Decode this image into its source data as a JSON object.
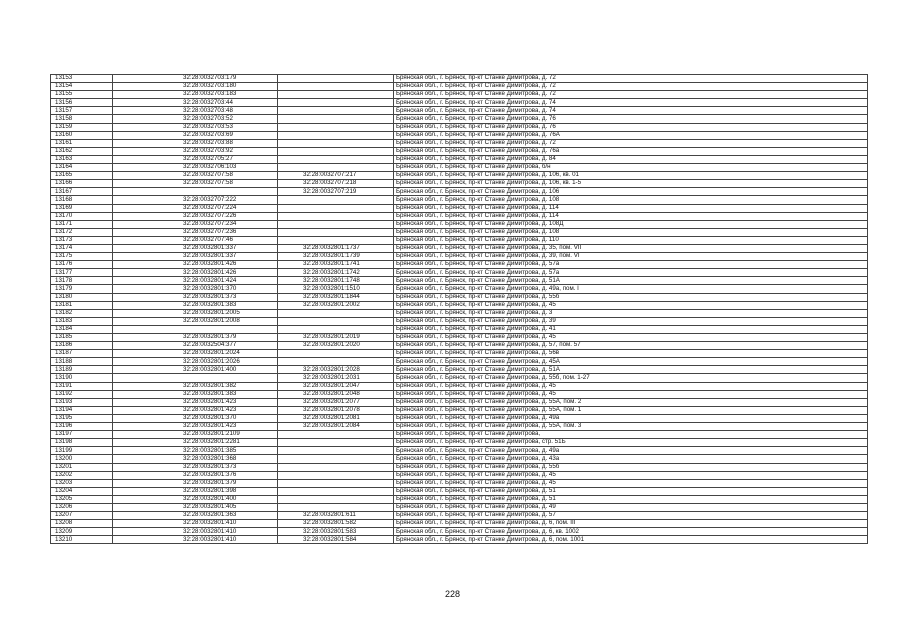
{
  "page_number": "228",
  "rows": [
    [
      "13153",
      "32:28:0032703:179",
      "",
      "Брянская обл., г. Брянск, пр-кт Станке Димитрова, д. 72"
    ],
    [
      "13154",
      "32:28:0032703:180",
      "",
      "Брянская обл., г. Брянск, пр-кт Станке Димитрова, д. 72"
    ],
    [
      "13155",
      "32:28:0032703:183",
      "",
      "Брянская обл., г. Брянск, пр-кт Станке Димитрова, д. 72"
    ],
    [
      "13156",
      "32:28:0032703:44",
      "",
      "Брянская обл., г. Брянск, пр-кт Станке Димитрова, д. 74"
    ],
    [
      "13157",
      "32:28:0032703:48",
      "",
      "Брянская обл., г. Брянск, пр-кт Станке Димитрова, д. 74"
    ],
    [
      "13158",
      "32:28:0032703:52",
      "",
      "Брянская обл., г. Брянск, пр-кт Станке Димитрова, д. 76"
    ],
    [
      "13159",
      "32:28:0032703:53",
      "",
      "Брянская обл., г. Брянск, пр-кт Станке Димитрова, д. 76"
    ],
    [
      "13160",
      "32:28:0032703:69",
      "",
      "Брянская обл., г. Брянск, пр-кт Станке Димитрова, д. 76А"
    ],
    [
      "13161",
      "32:28:0032703:88",
      "",
      "Брянская обл., г. Брянск, пр-кт Станке Димитрова, д. 72"
    ],
    [
      "13162",
      "32:28:0032703:92",
      "",
      "Брянская обл., г. Брянск, пр-кт Станке Димитрова, д. 76а"
    ],
    [
      "13163",
      "32:28:0032705:27",
      "",
      "Брянская обл., г. Брянск, пр-кт Станке Димитрова, д. 84"
    ],
    [
      "13164",
      "32:28:0032706:103",
      "",
      "Брянская обл., г. Брянск, пр-кт Станке Димитрова, б/н"
    ],
    [
      "13165",
      "32:28:0032707:58",
      "32:28:0032707:217",
      "Брянская обл., г. Брянск, пр-кт Станке Димитрова, д. 106, кв. 01"
    ],
    [
      "13166",
      "32:28:0032707:58",
      "32:28:0032707:218",
      "Брянская обл., г. Брянск, пр-кт Станке Димитрова, д. 106, кв. 1-5"
    ],
    [
      "13167",
      "",
      "32:28:0032707:219",
      "Брянская обл., г. Брянск, пр-кт Станке Димитрова, д. 106"
    ],
    [
      "13168",
      "32:28:0032707:222",
      "",
      "Брянская обл., г. Брянск, пр-кт Станке Димитрова, д. 108"
    ],
    [
      "13169",
      "32:28:0032707:224",
      "",
      "Брянская обл., г. Брянск, пр-кт Станке Димитрова, д. 114"
    ],
    [
      "13170",
      "32:28:0032707:226",
      "",
      "Брянская обл., г. Брянск, пр-кт Станке Димитрова, д. 114"
    ],
    [
      "13171",
      "32:28:0032707:234",
      "",
      "Брянская обл., г. Брянск, пр-кт Станке Димитрова, д. 108Д"
    ],
    [
      "13172",
      "32:28:0032707:236",
      "",
      "Брянская обл., г. Брянск, пр-кт Станке Димитрова, д. 108"
    ],
    [
      "13173",
      "32:28:0032707:46",
      "",
      "Брянская обл., г. Брянск, пр-кт Станке Димитрова, д. 110"
    ],
    [
      "13174",
      "32:28:0032801:337",
      "32:28:0032801:1737",
      "Брянская обл., г. Брянск, пр-кт Станке Димитрова, д. 35, пом. VII"
    ],
    [
      "13175",
      "32:28:0032801:337",
      "32:28:0032801:1739",
      "Брянская обл., г. Брянск, пр-кт Станке Димитрова, д. 39, пом. VI"
    ],
    [
      "13176",
      "32:28:0032801:426",
      "32:28:0032801:1741",
      "Брянская обл., г. Брянск, пр-кт Станке Димитрова, д. 57а"
    ],
    [
      "13177",
      "32:28:0032801:426",
      "32:28:0032801:1742",
      "Брянская обл., г. Брянск, пр-кт Станке Димитрова, д. 57а"
    ],
    [
      "13178",
      "32:28:0032801:424",
      "32:28:0032801:1748",
      "Брянская обл., г. Брянск, пр-кт Станке Димитрова, д. 51А"
    ],
    [
      "13179",
      "32:28:0032801:370",
      "32:28:0032801:1510",
      "Брянская обл., г. Брянск, пр-кт Станке Димитрова, д. 49а, пом. I"
    ],
    [
      "13180",
      "32:28:0032801:373",
      "32:28:0032801:1844",
      "Брянская обл., г. Брянск, пр-кт Станке Димитрова, д. 55б"
    ],
    [
      "13181",
      "32:28:0032801:383",
      "32:28:0032801:2002",
      "Брянская обл., г. Брянск, пр-кт Станке Димитрова, д. 45"
    ],
    [
      "13182",
      "32:28:0032801:2005",
      "",
      "Брянская обл., г. Брянск, пр-кт Станке Димитрова, д. 3"
    ],
    [
      "13183",
      "32:28:0032801:2008",
      "",
      "Брянская обл., г. Брянск, пр-кт Станке Димитрова, д. 39"
    ],
    [
      "13184",
      "",
      "",
      "Брянская обл., г. Брянск, пр-кт Станке Димитрова, д. 41"
    ],
    [
      "13185",
      "32:28:0032801:379",
      "32:28:0032801:2019",
      "Брянская обл., г. Брянск, пр-кт Станке Димитрова, д. 45"
    ],
    [
      "13186",
      "32:28:0032504:377",
      "32:28:0032801:2020",
      "Брянская обл., г. Брянск, пр-кт Станке Димитрова, д. 57, пом. 57"
    ],
    [
      "13187",
      "32:28:0032801:2024",
      "",
      "Брянская обл., г. Брянск, пр-кт Станке Димитрова, д. 56в"
    ],
    [
      "13188",
      "32:28:0032801:2026",
      "",
      "Брянская обл., г. Брянск, пр-кт Станке Димитрова, д. 45А"
    ],
    [
      "13189",
      "32:28:0032801:400",
      "32:28:0032801:2028",
      "Брянская обл., г. Брянск, пр-кт Станке Димитрова, д. 51А"
    ],
    [
      "13190",
      "",
      "32:28:0032801:2031",
      "Брянская обл., г. Брянск, пр-кт Станке Димитрова, д. 55б, пом. 1-27"
    ],
    [
      "13191",
      "32:28:0032801:382",
      "32:28:0032801:2047",
      "Брянская обл., г. Брянск, пр-кт Станке Димитрова, д. 45"
    ],
    [
      "13192",
      "32:28:0032801:383",
      "32:28:0032801:2048",
      "Брянская обл., г. Брянск, пр-кт Станке Димитрова, д. 45"
    ],
    [
      "13193",
      "32:28:0032801:423",
      "32:28:0032801:2077",
      "Брянская обл., г. Брянск, пр-кт Станке Димитрова, д. 55А, пом. 2"
    ],
    [
      "13194",
      "32:28:0032801:423",
      "32:28:0032801:2078",
      "Брянская обл., г. Брянск, пр-кт Станке Димитрова, д. 55А, пом. 1"
    ],
    [
      "13195",
      "32:28:0032801:370",
      "32:28:0032801:2081",
      "Брянская обл., г. Брянск, пр-кт Станке Димитрова, д. 49а"
    ],
    [
      "13196",
      "32:28:0032801:423",
      "32:28:0032801:2084",
      "Брянская обл., г. Брянск, пр-кт Станке Димитрова, д. 55А, пом. 3"
    ],
    [
      "13197",
      "32:28:0032801:2109",
      "",
      "Брянская обл., г. Брянск, пр-кт Станке Димитрова,"
    ],
    [
      "13198",
      "32:28:0032801:2281",
      "",
      "Брянская обл., г. Брянск, пр-кт Станке Димитрова, стр. 51Б"
    ],
    [
      "13199",
      "32:28:0032801:385",
      "",
      "Брянская обл., г. Брянск, пр-кт Станке Димитрова, д. 49а"
    ],
    [
      "13200",
      "32:28:0032801:368",
      "",
      "Брянская обл., г. Брянск, пр-кт Станке Димитрова, д. 43а"
    ],
    [
      "13201",
      "32:28:0032801:373",
      "",
      "Брянская обл., г. Брянск, пр-кт Станке Димитрова, д. 55б"
    ],
    [
      "13202",
      "32:28:0032801:376",
      "",
      "Брянская обл., г. Брянск, пр-кт Станке Димитрова, д. 45"
    ],
    [
      "13203",
      "32:28:0032801:379",
      "",
      "Брянская обл., г. Брянск, пр-кт Станке Димитрова, д. 45"
    ],
    [
      "13204",
      "32:28:0032801:398",
      "",
      "Брянская обл., г. Брянск, пр-кт Станке Димитрова, д. 51"
    ],
    [
      "13205",
      "32:28:0032801:400",
      "",
      "Брянская обл., г. Брянск, пр-кт Станке Димитрова, д. 51"
    ],
    [
      "13206",
      "32:28:0032801:405",
      "",
      "Брянская обл., г. Брянск, пр-кт Станке Димитрова, д. 49"
    ],
    [
      "13207",
      "32:28:0032801:363",
      "32:28:0032801:611",
      "Брянская обл., г. Брянск, пр-кт Станке Димитрова, д. 57"
    ],
    [
      "13208",
      "32:28:0032801:410",
      "32:28:0032801:582",
      "Брянская обл., г. Брянск, пр-кт Станке Димитрова, д. 6, пом. III"
    ],
    [
      "13209",
      "32:28:0032801:410",
      "32:28:0032801:583",
      "Брянская обл., г. Брянск, пр-кт Станке Димитрова, д. 6, кв. 1002"
    ],
    [
      "13210",
      "32:28:0032801:410",
      "32:28:0032801:584",
      "Брянская обл., г. Брянск, пр-кт Станке Димитрова, д. 6, пом. 1001"
    ]
  ]
}
